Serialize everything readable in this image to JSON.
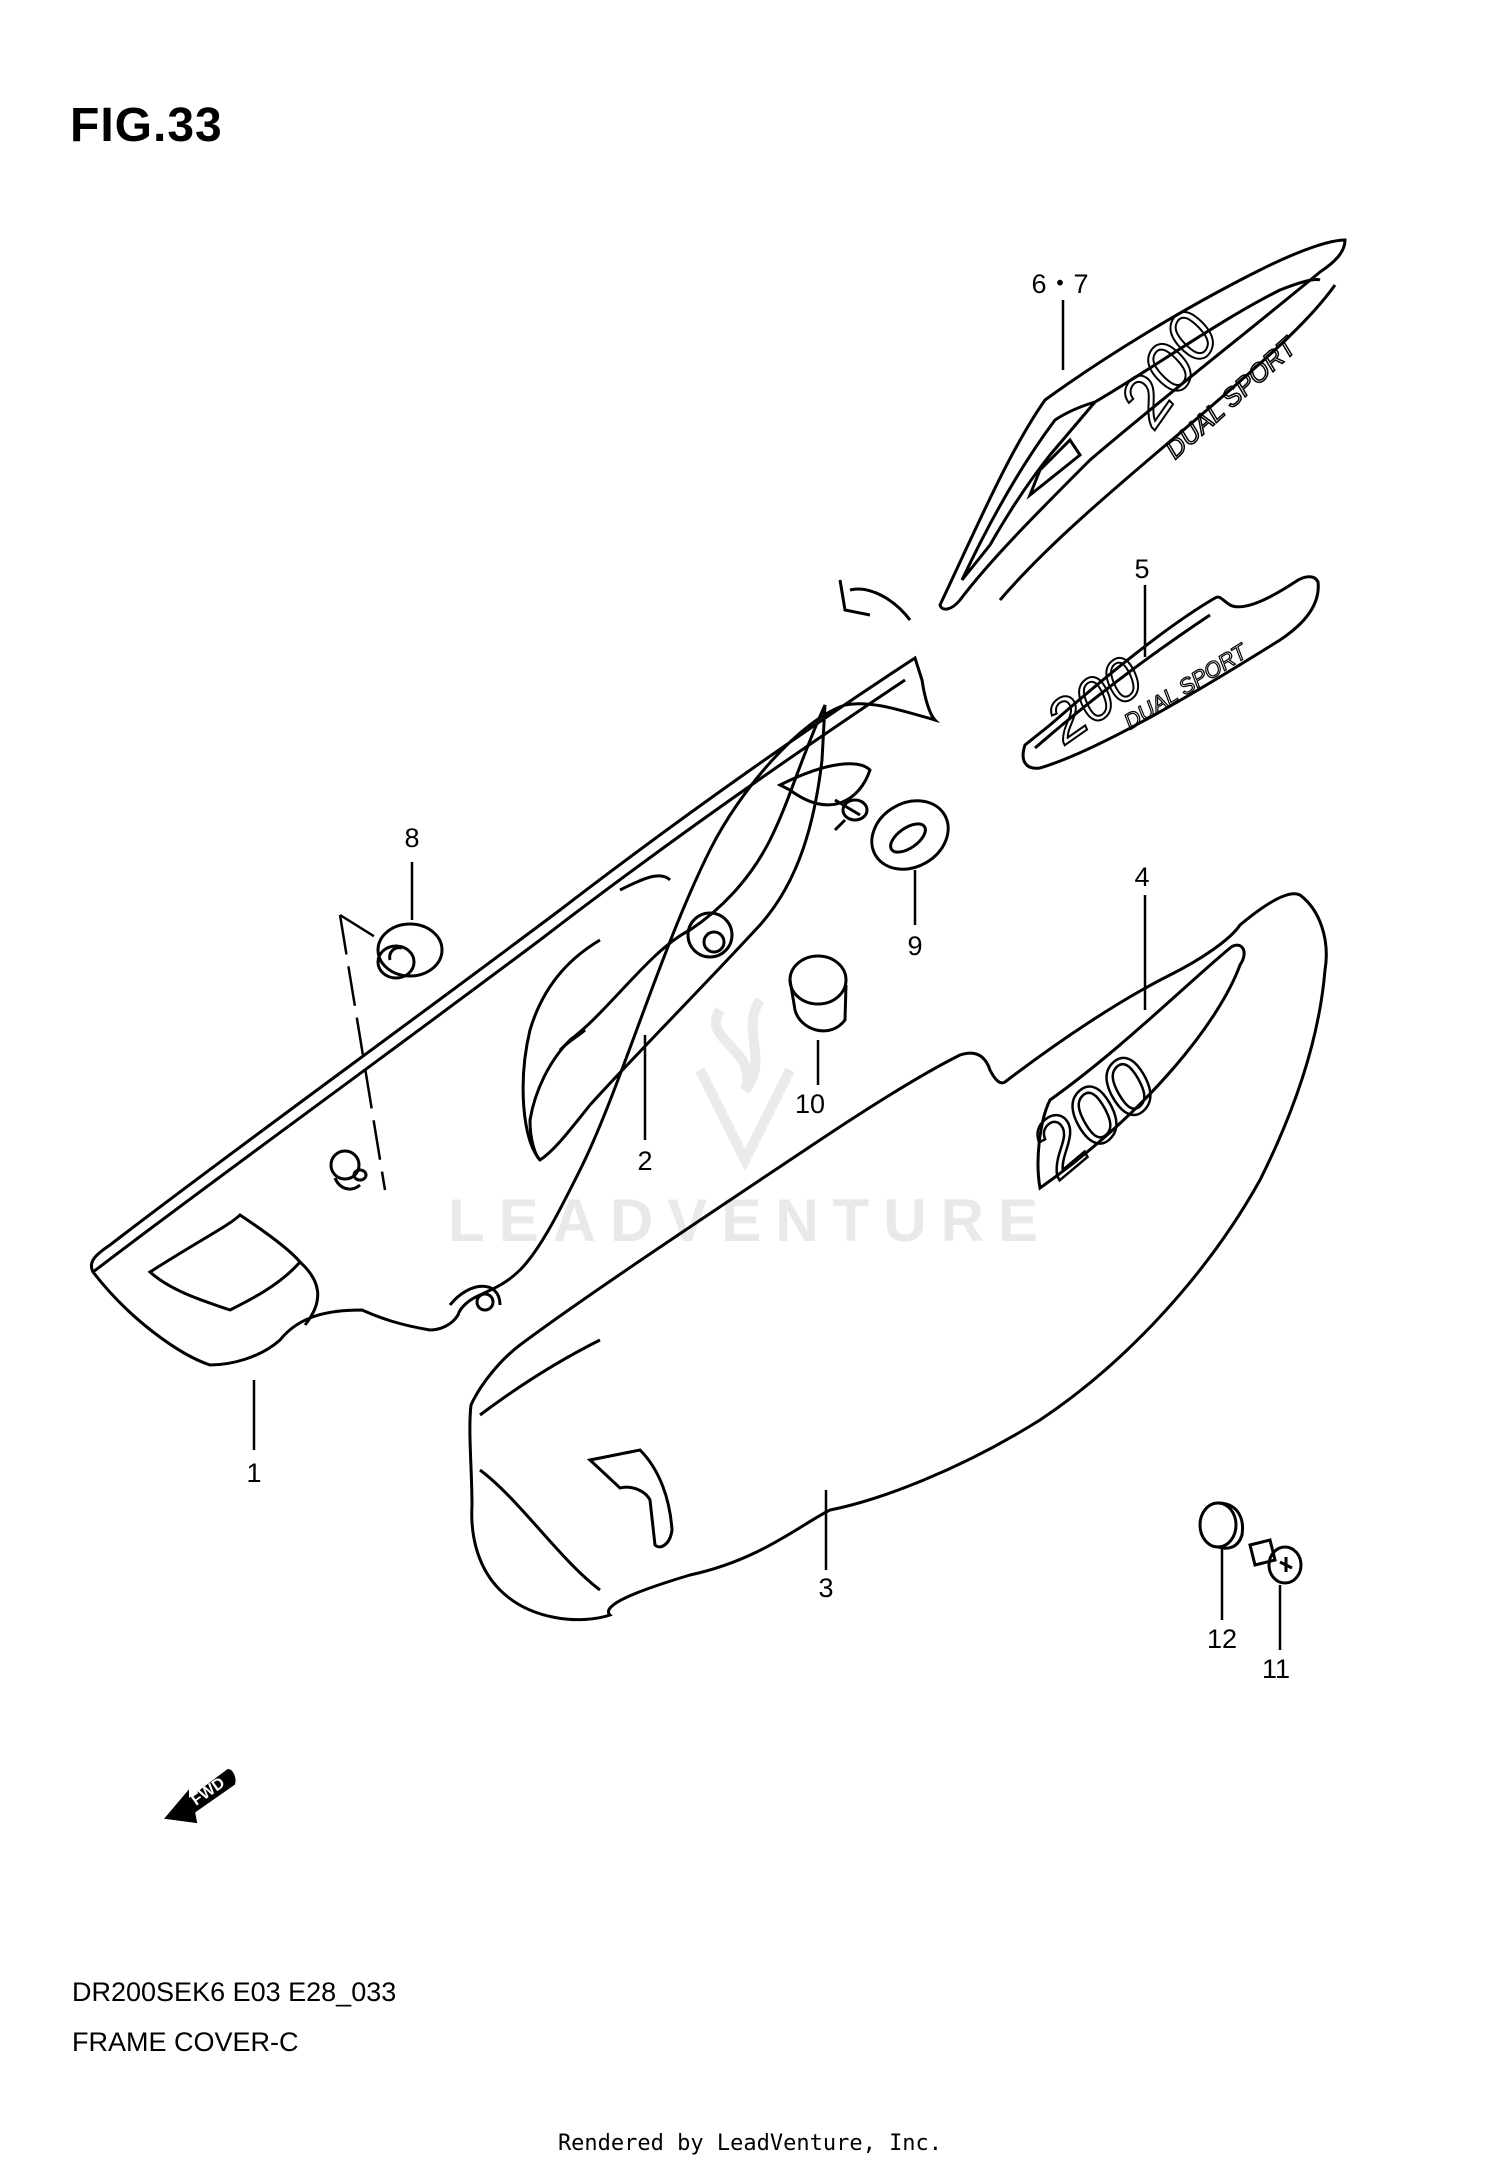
{
  "figure": {
    "title": "FIG.33",
    "model_code": "DR200SEK6 E03 E28_033",
    "section_name": "FRAME COVER-C",
    "footer": "Rendered by LeadVenture, Inc.",
    "watermark": "LEADVENTURE"
  },
  "callouts": [
    {
      "id": "callout-1",
      "label": "1"
    },
    {
      "id": "callout-2",
      "label": "2"
    },
    {
      "id": "callout-3",
      "label": "3"
    },
    {
      "id": "callout-4",
      "label": "4"
    },
    {
      "id": "callout-5",
      "label": "5"
    },
    {
      "id": "callout-6-7",
      "label": "6・7"
    },
    {
      "id": "callout-8",
      "label": "8"
    },
    {
      "id": "callout-9",
      "label": "9"
    },
    {
      "id": "callout-10",
      "label": "10"
    },
    {
      "id": "callout-11",
      "label": "11"
    },
    {
      "id": "callout-12",
      "label": "12"
    }
  ],
  "fwd_arrow_label": "FWD",
  "emblem_text": {
    "decal_large_number": "200",
    "decal_small_text": "DUAL SPORT",
    "cover_number": "200"
  },
  "colors": {
    "line": "#000000",
    "background": "#ffffff",
    "watermark": "#e9e9e9"
  }
}
